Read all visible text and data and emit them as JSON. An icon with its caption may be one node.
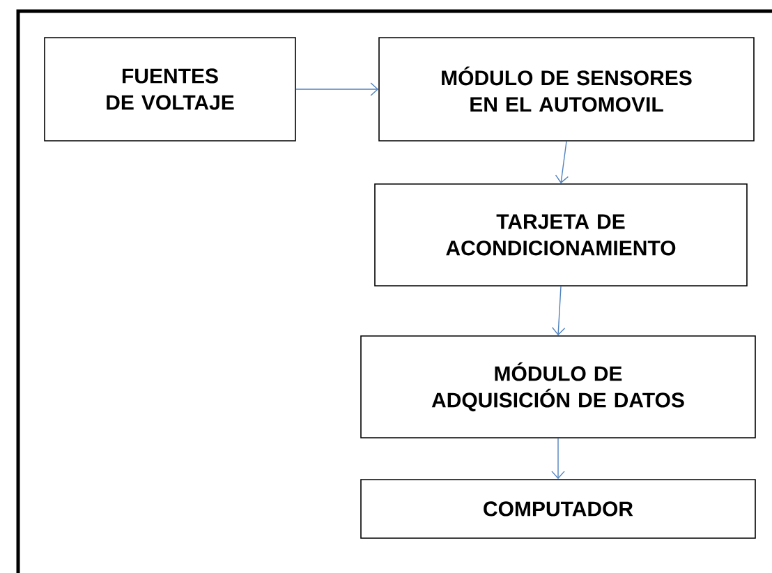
{
  "diagram": {
    "nodes": [
      {
        "text": [
          "FUENTES DE VOLTAJE"
        ]
      },
      {
        "text": [
          "MÓDULO DE SENSORES EN EL AUTOMOVIL"
        ]
      },
      {
        "text": [
          "TARJETA DE ACONDICIONAMIENTO"
        ]
      },
      {
        "text": [
          "MÓDULO DE ADQUISICIÓN DE DATOS"
        ]
      },
      {
        "text": [
          "COMPUTADOR"
        ]
      }
    ],
    "edges": [
      {
        "from": 0,
        "to": 1,
        "arrow": "to"
      },
      {
        "from": 1,
        "to": 2,
        "arrow": "to"
      },
      {
        "from": 2,
        "to": 3,
        "arrow": "to"
      },
      {
        "from": 3,
        "to": 4,
        "arrow": "to"
      }
    ]
  }
}
